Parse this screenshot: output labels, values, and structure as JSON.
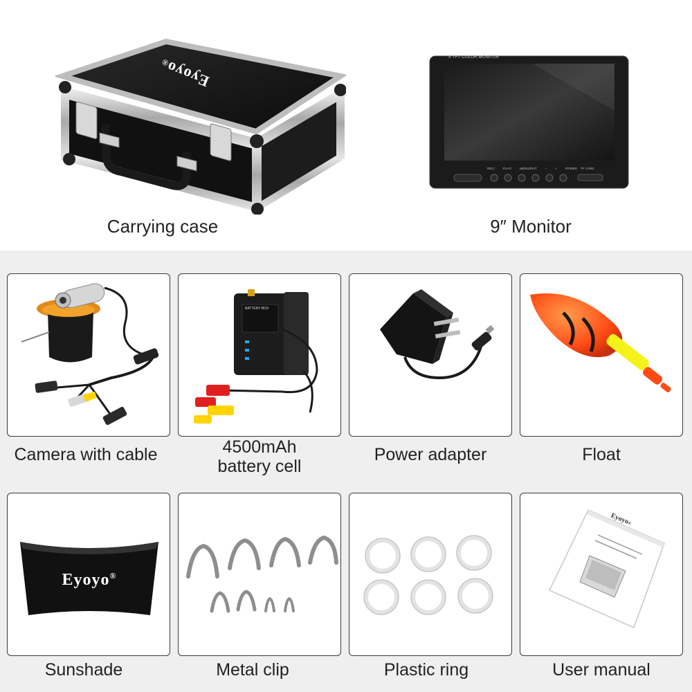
{
  "brand": {
    "name": "Eyoyo",
    "registered_mark": "®"
  },
  "hero_items": [
    {
      "label": "Carrying case"
    },
    {
      "label": "9″ Monitor"
    }
  ],
  "monitor": {
    "badge": "9\"TFT COLOR MONITOR",
    "buttons": [
      "REC/",
      "PLAY/",
      "MENU/EXIT",
      "−",
      "+",
      "POWER"
    ],
    "slot_label": "TF CARD"
  },
  "battery": {
    "title": "BATTERY BOX"
  },
  "items": [
    {
      "label": "Camera with cable"
    },
    {
      "label_lines": [
        "4500mAh",
        "battery cell"
      ]
    },
    {
      "label": "Power adapter"
    },
    {
      "label": "Float"
    },
    {
      "label": "Sunshade"
    },
    {
      "label": "Metal clip"
    },
    {
      "label": "Plastic ring"
    },
    {
      "label": "User manual"
    }
  ],
  "colors": {
    "panel_bg": "#efefef",
    "card_border": "#3a3a3a",
    "float_orange": "#ff5a1f",
    "float_yellow": "#f5f21a",
    "cable_yellow": "#ffd400",
    "cable_red": "#e02020"
  }
}
